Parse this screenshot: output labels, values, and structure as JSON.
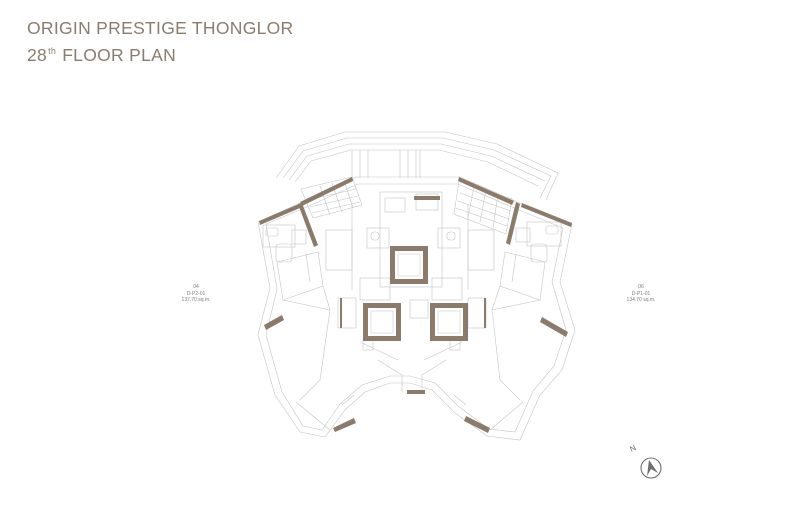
{
  "header": {
    "project_name": "ORIGIN PRESTIGE THONGLOR",
    "floor_number": "28",
    "floor_suffix": "th",
    "floor_label": "FLOOR PLAN"
  },
  "units": [
    {
      "number": "04",
      "type": "D-P2-01",
      "area": "137.70 sq.m."
    },
    {
      "number": "06",
      "type": "D-P1-01",
      "area": "134.70 sq.m."
    }
  ],
  "compass": {
    "label": "N",
    "icon": "north-arrow-icon"
  },
  "colors": {
    "title": "#8a7c6e",
    "wall_solid": "#8c7b6b",
    "line": "#b9b9b9",
    "label": "#7d7d7d"
  }
}
